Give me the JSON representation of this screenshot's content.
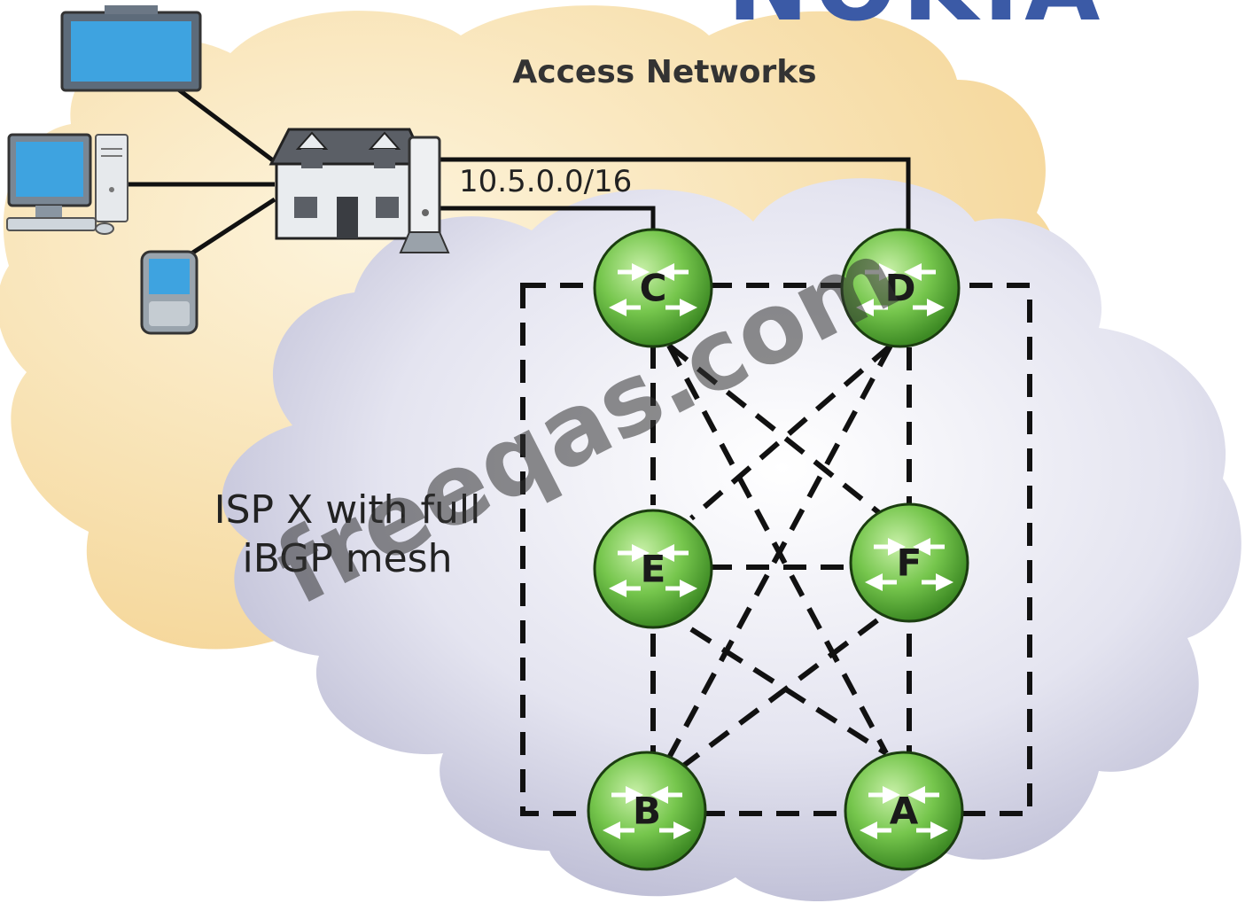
{
  "brand": {
    "logo_text": "NOKIA",
    "logo_color": "#3b5aa6"
  },
  "access_cloud": {
    "title": "Access Networks",
    "color": "#f8e4b2"
  },
  "isp_cloud": {
    "title_line1": "ISP X with full",
    "title_line2": "iBGP mesh",
    "color": "#d9d9ec"
  },
  "link": {
    "prefix_label": "10.5.0.0/16"
  },
  "routers": [
    {
      "id": "C",
      "label": "C"
    },
    {
      "id": "D",
      "label": "D"
    },
    {
      "id": "E",
      "label": "E"
    },
    {
      "id": "F",
      "label": "F"
    },
    {
      "id": "B",
      "label": "B"
    },
    {
      "id": "A",
      "label": "A"
    }
  ],
  "router_color": "#6fc44a",
  "devices": [
    {
      "type": "monitor-icon"
    },
    {
      "type": "desktop-computer-icon"
    },
    {
      "type": "pda-icon"
    },
    {
      "type": "house-icon"
    },
    {
      "type": "server-tower-icon"
    }
  ],
  "watermark": {
    "text": "freeqas.com",
    "color": "#333333"
  }
}
